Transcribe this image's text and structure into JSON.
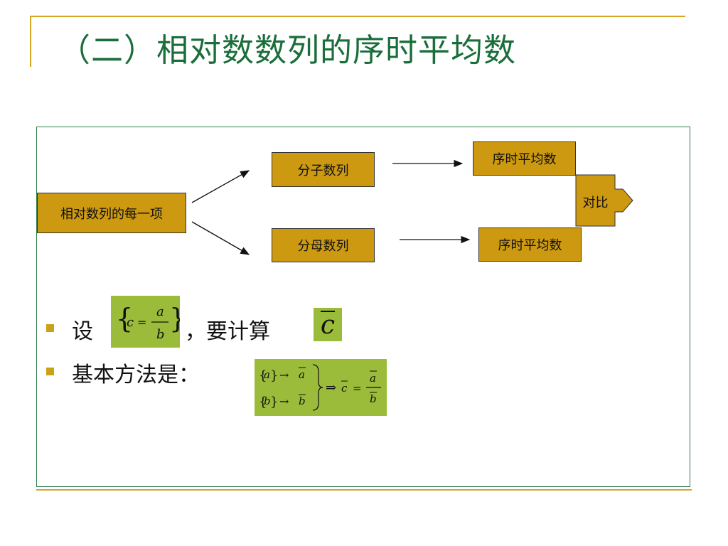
{
  "title": "（二）相对数数列的序时平均数",
  "diagram": {
    "source": "相对数列的每一项",
    "numerator": "分子数列",
    "denominator": "分母数列",
    "avg_top": "序时平均数",
    "avg_bottom": "序时平均数",
    "compare": "对比"
  },
  "bullets": [
    {
      "prefix": "设",
      "suffix": "，要计算",
      "result_symbol": "c"
    },
    {
      "prefix": "基本方法是："
    }
  ],
  "math": {
    "c": "c",
    "a": "a",
    "b": "b",
    "eq": "=",
    "arrow": "→",
    "implies": "⇒",
    "lbrace": "{",
    "rbrace": "}"
  },
  "colors": {
    "title": "#1a6e3a",
    "rule": "#d9a520",
    "box": "#cc9910",
    "mathbox": "#9bbb3a",
    "bullet": "#c9a21a"
  }
}
